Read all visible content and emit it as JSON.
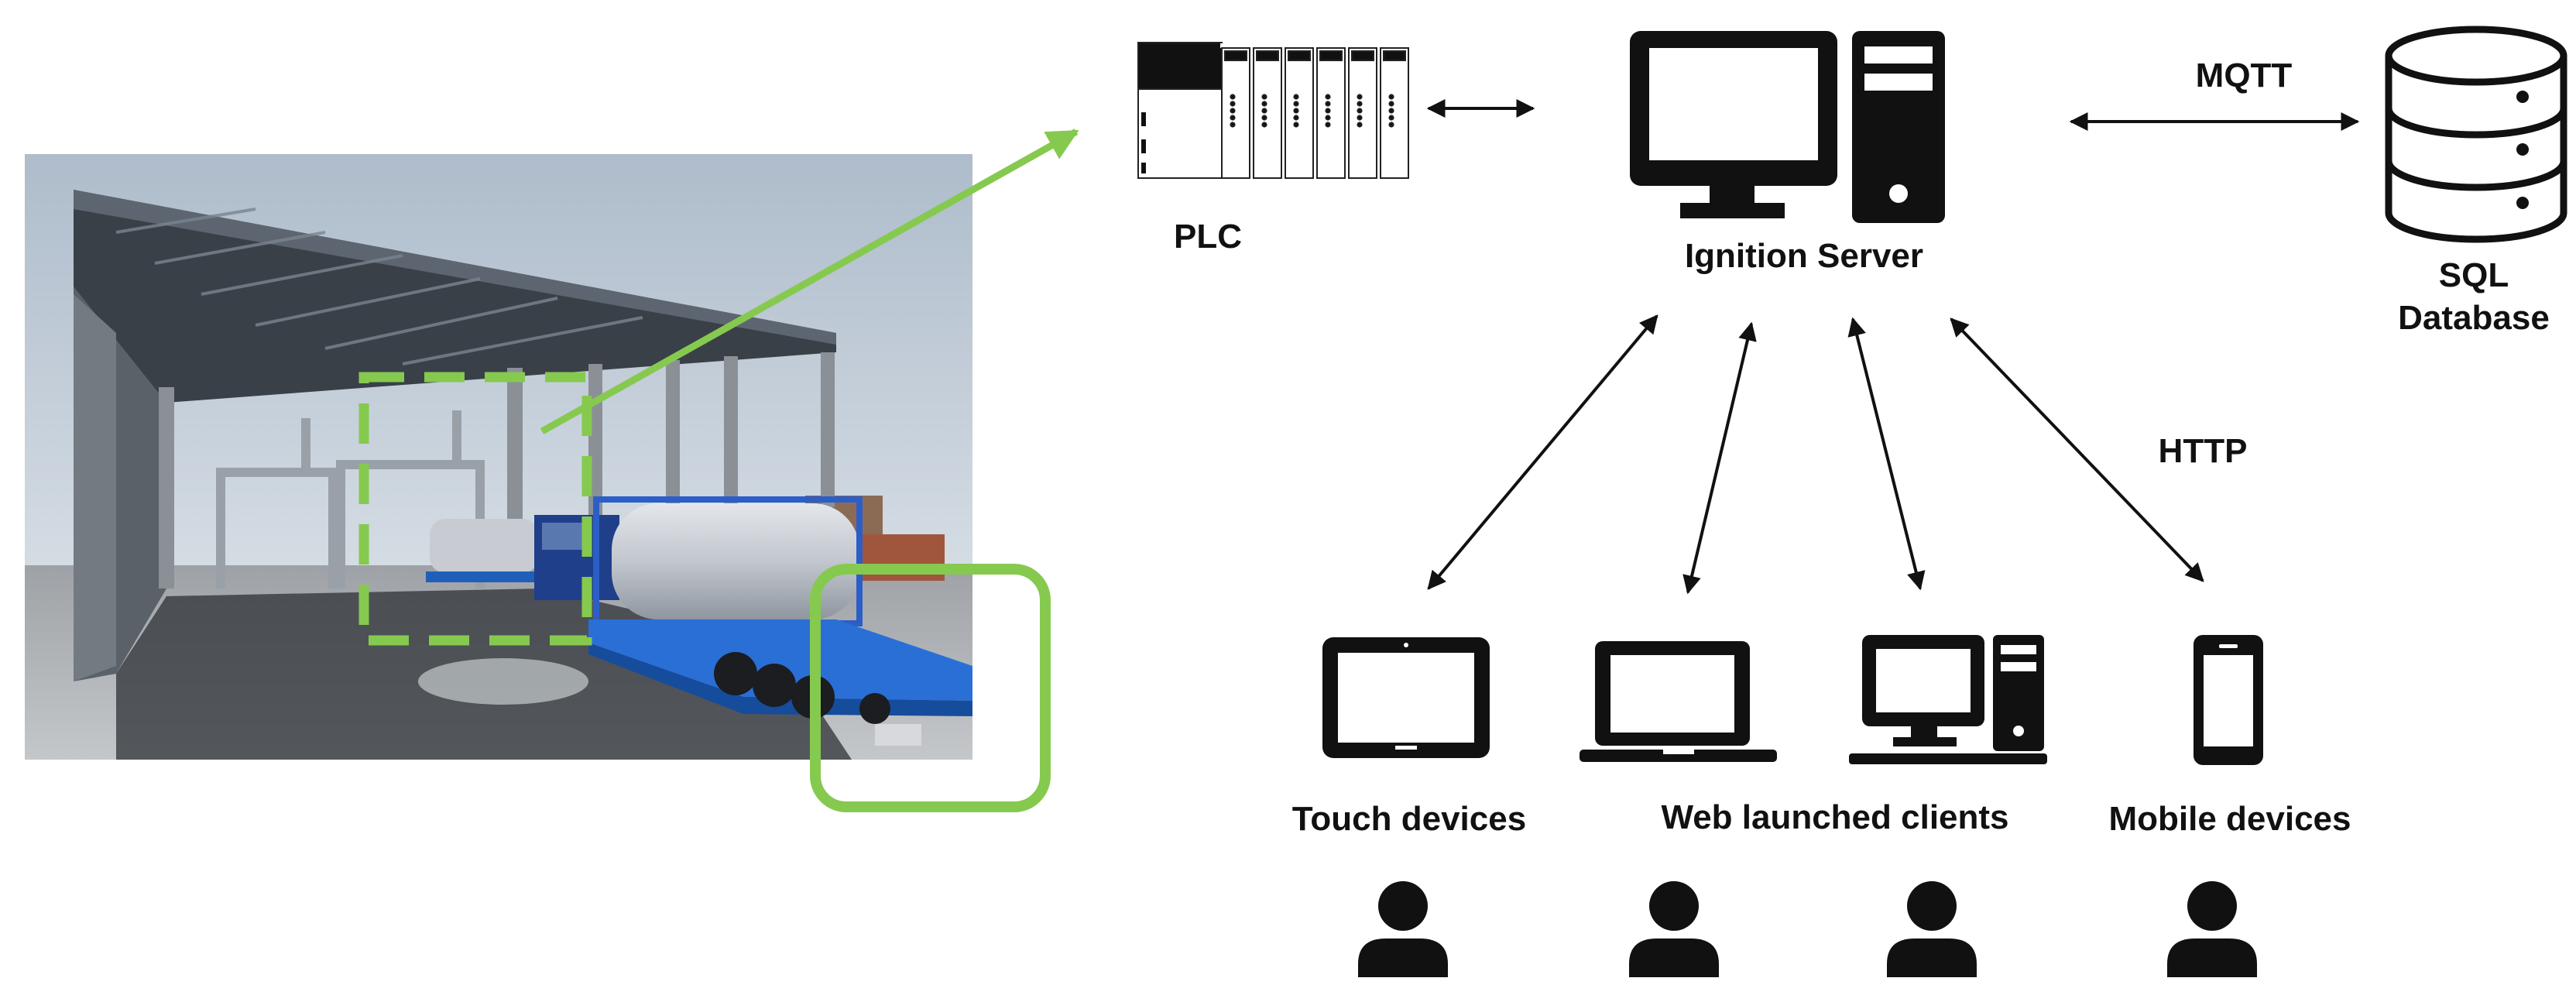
{
  "labels": {
    "plc": "PLC",
    "server": "Ignition Server",
    "database": "SQL Database",
    "database_line1": "SQL",
    "database_line2": "Database",
    "mqtt": "MQTT",
    "http": "HTTP",
    "touch": "Touch devices",
    "web": "Web launched clients",
    "mobile": "Mobile devices"
  },
  "icons": {
    "scene": "3d-loading-station-render",
    "plc": "plc-rack-icon",
    "server": "desktop-computer-icon",
    "database": "database-cylinder-icon",
    "tablet": "tablet-icon",
    "laptop": "laptop-icon",
    "desktop": "desktop-computer-icon",
    "phone": "smartphone-icon",
    "user": "user-person-icon"
  },
  "colors": {
    "highlight": "#86c94f",
    "ink": "#111111",
    "trailer": "#1f5fb8"
  }
}
